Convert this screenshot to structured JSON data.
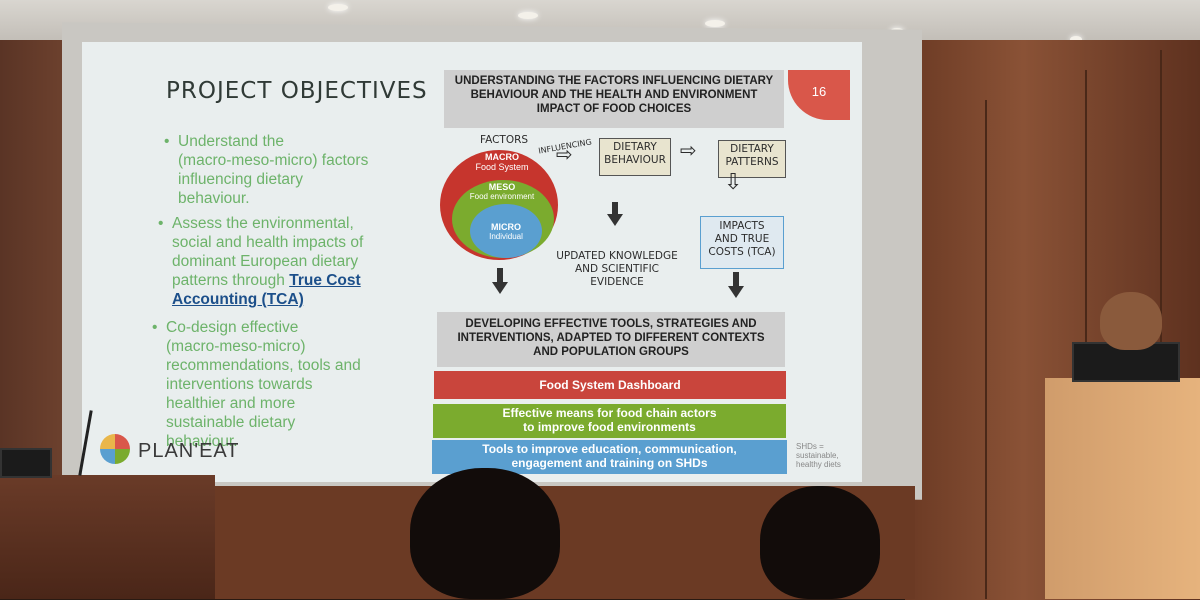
{
  "slide": {
    "title": "PROJECT OBJECTIVES",
    "slide_number": "16",
    "bullets": [
      {
        "text_lines": [
          "Understand the",
          "(macro-meso-micro) factors",
          "influencing dietary",
          "behaviour."
        ]
      },
      {
        "text_lines": [
          "Assess the environmental,",
          "social and health impacts of",
          "dominant European dietary",
          "patterns through"
        ],
        "link": "True Cost",
        "link2": "Accounting (TCA)"
      },
      {
        "text_lines": [
          "Co-design effective",
          "(macro-meso-micro)",
          "recommendations, tools and",
          "interventions towards",
          "healthier and more",
          "sustainable dietary",
          "behaviour."
        ]
      }
    ],
    "logo_text": "PLAN'EAT",
    "header_box": [
      "UNDERSTANDING THE FACTORS INFLUENCING DIETARY",
      "BEHAVIOUR AND THE HEALTH AND ENVIRONMENT",
      "IMPACT OF FOOD CHOICES"
    ],
    "diagram": {
      "factors_label": "FACTORS",
      "macro": "MACRO",
      "macro_sub": "Food System",
      "meso": "MESO",
      "meso_sub": "Food environment",
      "micro": "MICRO",
      "micro_sub": "Individual",
      "influencing": "INFLUENCING",
      "dietary_behaviour": [
        "DIETARY",
        "BEHAVIOUR"
      ],
      "dietary_patterns": [
        "DIETARY",
        "PATTERNS"
      ],
      "impacts": [
        "IMPACTS",
        "AND TRUE",
        "COSTS (TCA)"
      ],
      "knowledge": [
        "UPDATED KNOWLEDGE",
        "AND SCIENTIFIC",
        "EVIDENCE"
      ]
    },
    "developing_box": [
      "DEVELOPING EFFECTIVE TOOLS, STRATEGIES AND",
      "INTERVENTIONS, ADAPTED TO DIFFERENT CONTEXTS",
      "AND POPULATION GROUPS"
    ],
    "bars": [
      {
        "lines": [
          "Food System Dashboard"
        ],
        "color": "#c9453c"
      },
      {
        "lines": [
          "Effective means for food chain actors",
          "to improve food environments"
        ],
        "color": "#7bab2e"
      },
      {
        "lines": [
          "Tools to improve education, communication,",
          "engagement and training on SHDs"
        ],
        "color": "#5a9fd0"
      }
    ],
    "footnote": [
      "SHDs =",
      "sustainable,",
      "healthy diets"
    ]
  },
  "colors": {
    "accent_red": "#d9574a",
    "green_text": "#6db36a",
    "link_blue": "#1c4f8a"
  }
}
